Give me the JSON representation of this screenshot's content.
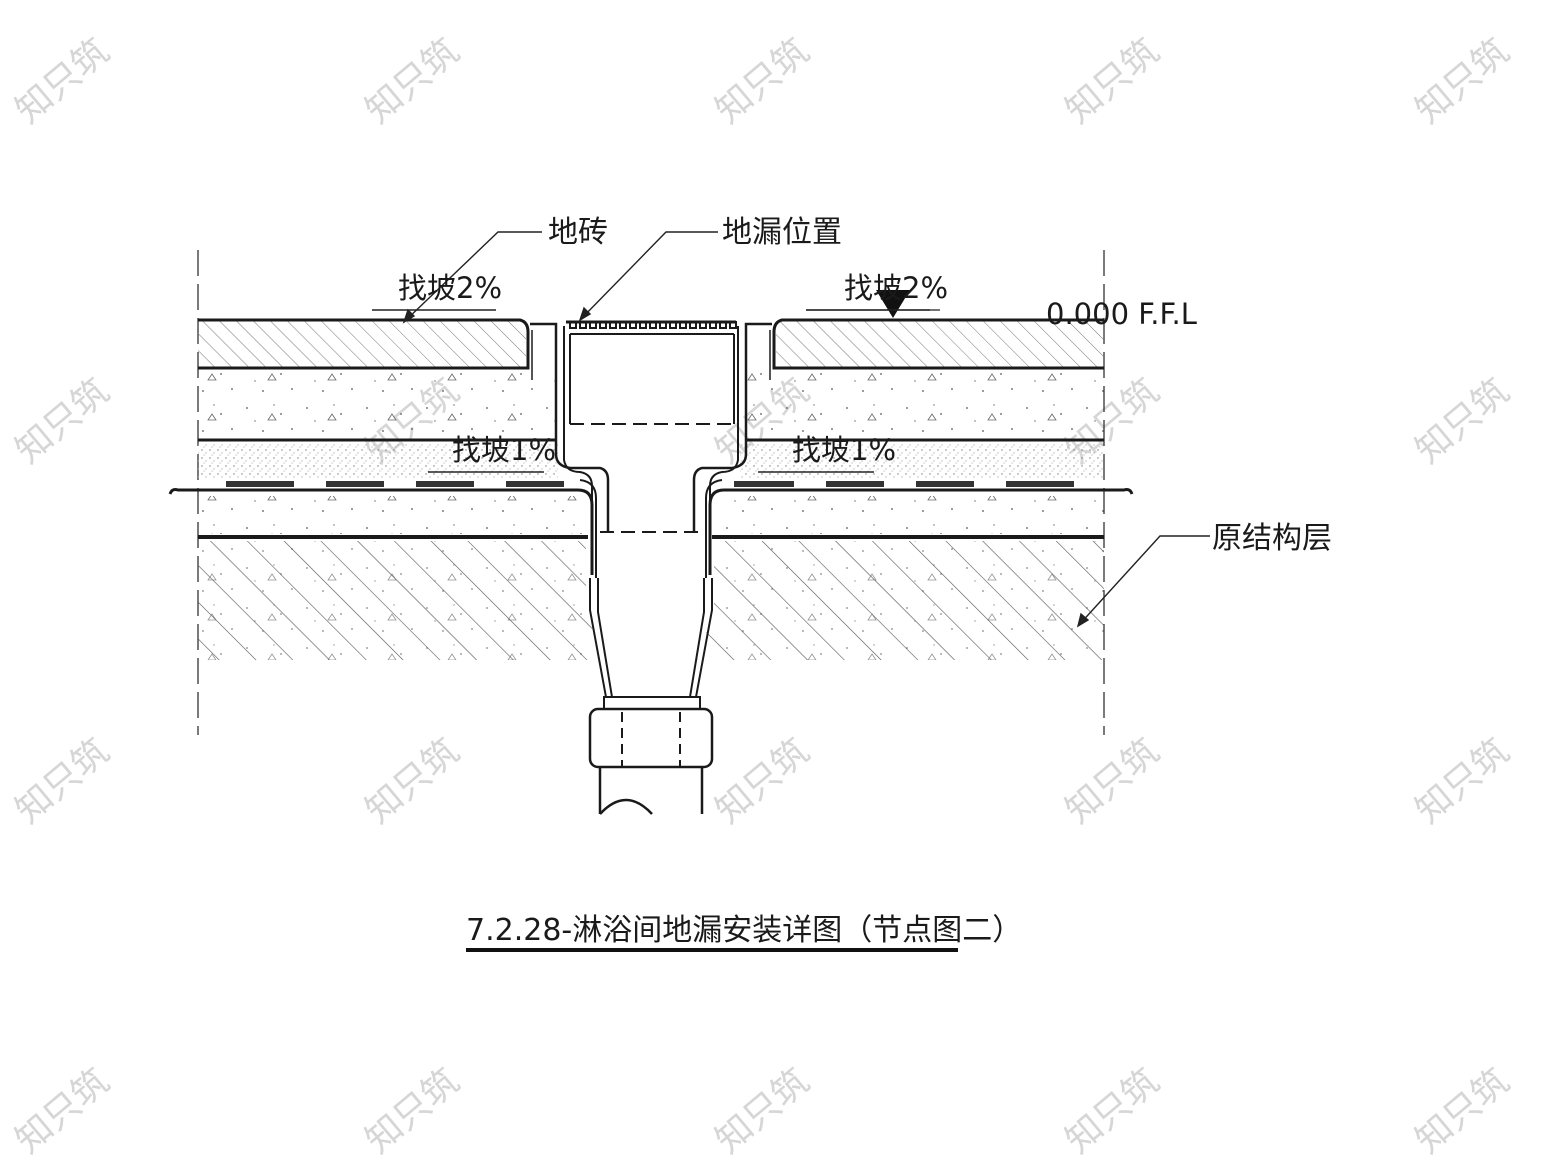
{
  "labels": {
    "floor_tile": "地砖",
    "drain_position": "地漏位置",
    "slope_2_left": "找坡2%",
    "slope_2_right": "找坡2%",
    "elevation": "0.000 F.F.L",
    "slope_1_left": "找坡1%",
    "slope_1_right": "找坡1%",
    "original_structure": "原结构层"
  },
  "title": "7.2.28-淋浴间地漏安装详图（节点图二）",
  "watermark": "知只筑",
  "colors": {
    "line": "#1a1a1a",
    "hatch": "#555555",
    "watermark": "#d6d6d6"
  }
}
